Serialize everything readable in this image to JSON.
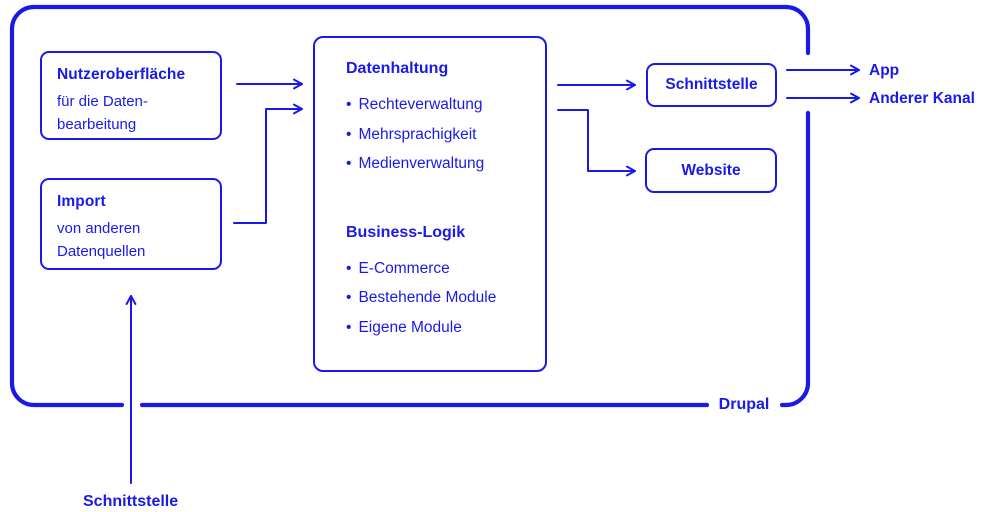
{
  "colors": {
    "accent": "#1a1ae8",
    "background": "#ffffff"
  },
  "diagram": {
    "container_label": "Drupal",
    "bullet": "•",
    "boxes": {
      "ui": {
        "title": "Nutzeroberfläche",
        "lines": [
          "für die Daten-",
          "bearbeitung"
        ]
      },
      "import": {
        "title": "Import",
        "lines": [
          "von anderen",
          "Datenquellen"
        ]
      },
      "core": {
        "sections": [
          {
            "title": "Datenhaltung",
            "items": [
              "Rechteverwaltung",
              "Mehrsprachigkeit",
              "Medienverwaltung"
            ]
          },
          {
            "title": "Business-Logik",
            "items": [
              "E-Commerce",
              "Bestehende Module",
              "Eigene Module"
            ]
          }
        ]
      },
      "interface": {
        "title": "Schnittstelle"
      },
      "website": {
        "title": "Website"
      }
    },
    "external_labels": {
      "app": "App",
      "other_channel": "Anderer Kanal",
      "bottom_interface": "Schnittstelle"
    }
  }
}
